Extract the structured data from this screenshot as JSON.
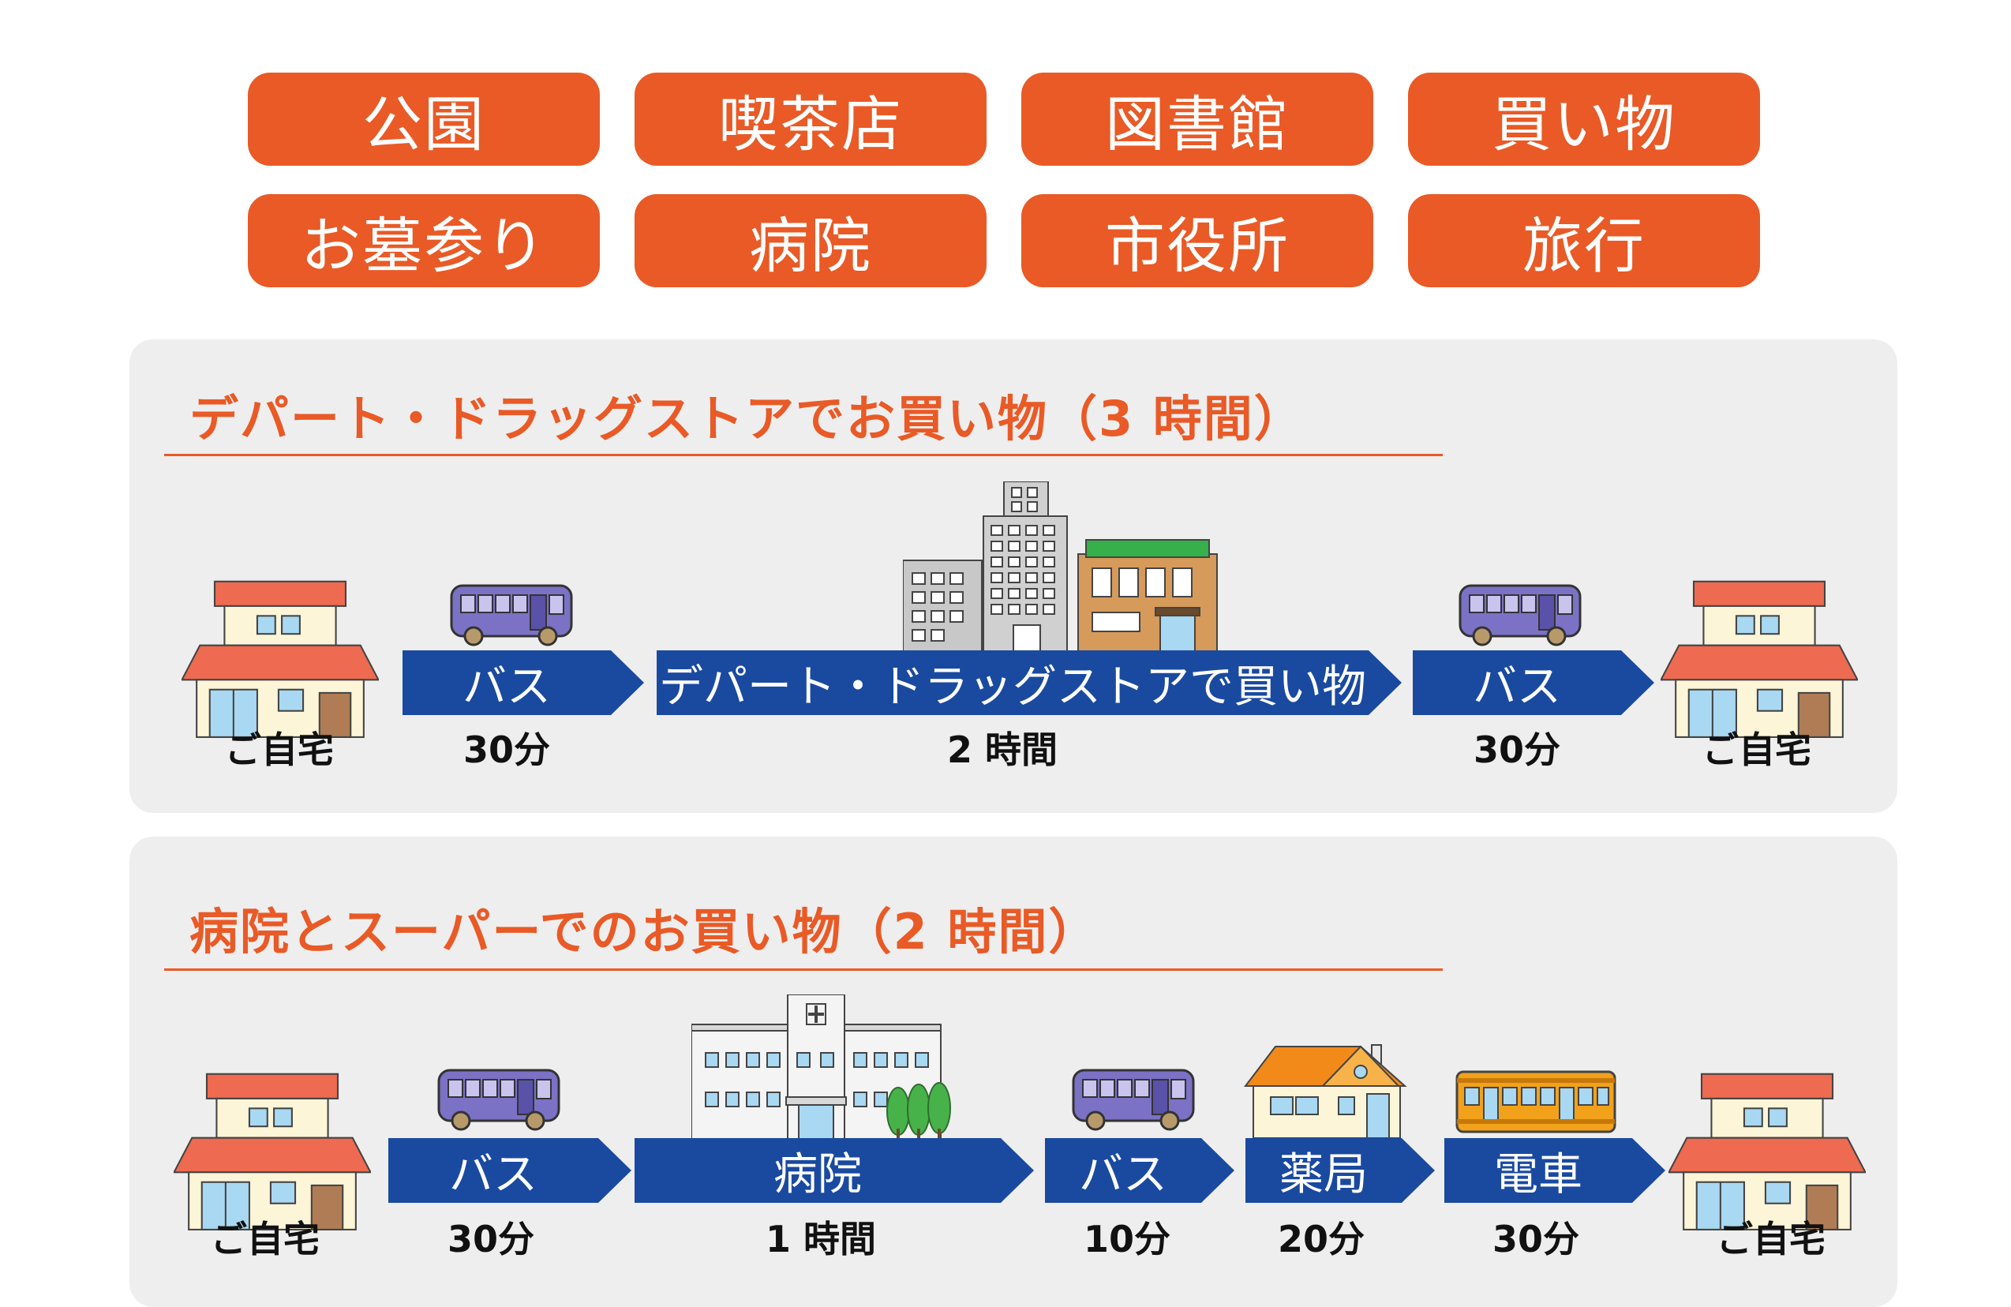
{
  "tags": [
    "公園",
    "喫茶店",
    "図書館",
    "買い物",
    "お墓参り",
    "病院",
    "市役所",
    "旅行"
  ],
  "panel1": {
    "title": "デパート・ドラッグストアでお買い物（3 時間）",
    "steps": [
      {
        "label": "バス",
        "time": "30分"
      },
      {
        "label": "デパート・ドラッグストアで買い物",
        "time": "2 時間"
      },
      {
        "label": "バス",
        "time": "30分"
      }
    ],
    "home_left": "ご自宅",
    "home_right": "ご自宅"
  },
  "panel2": {
    "title": "病院とスーパーでのお買い物（2 時間）",
    "steps": [
      {
        "label": "バス",
        "time": "30分"
      },
      {
        "label": "病院",
        "time": "1 時間"
      },
      {
        "label": "バス",
        "time": "10分"
      },
      {
        "label": "薬局",
        "time": "20分"
      },
      {
        "label": "電車",
        "time": "30分"
      }
    ],
    "home_left": "ご自宅",
    "home_right": "ご自宅"
  },
  "colors": {
    "accent": "#e95a26",
    "arrow": "#1a4aa0",
    "panel": "#eeeeee"
  },
  "icons": [
    "house-icon",
    "bus-icon",
    "buildings-icon",
    "hospital-icon",
    "pharmacy-house-icon",
    "train-icon"
  ]
}
